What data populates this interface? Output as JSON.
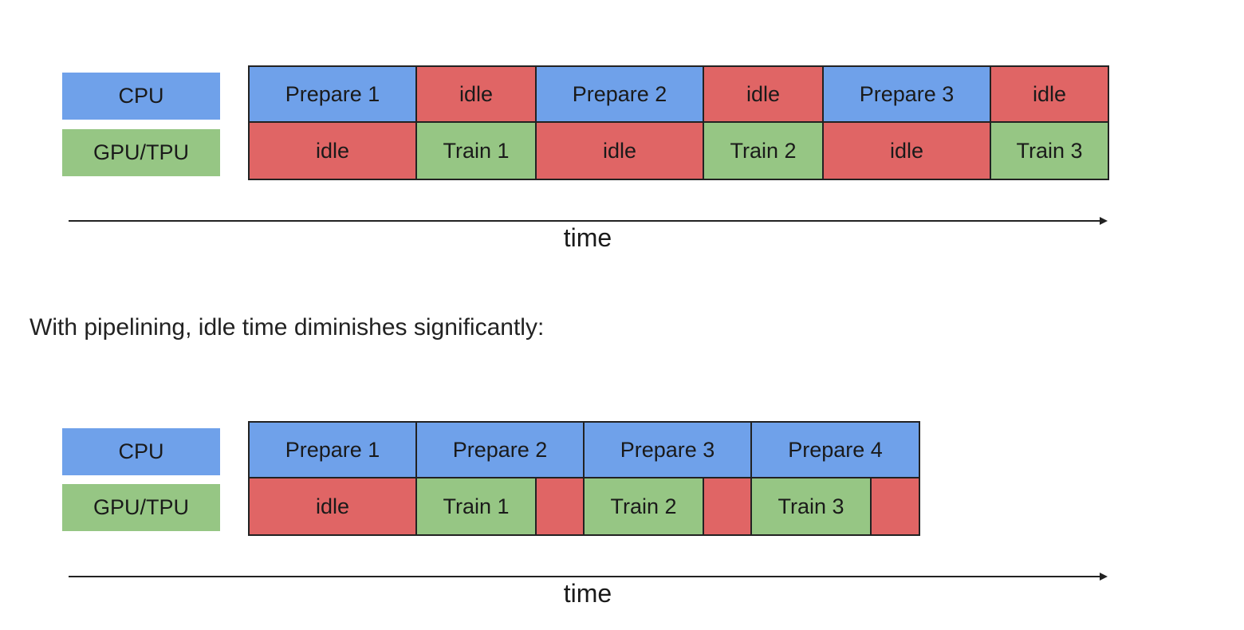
{
  "colors": {
    "cpu_busy": "#6fa1ea",
    "gpu_busy": "#96c684",
    "idle": "#e06565",
    "border": "#222222"
  },
  "caption": "With pipelining, idle time diminishes significantly:",
  "diagrams": [
    {
      "legend": {
        "cpu": "CPU",
        "gpu": "GPU/TPU"
      },
      "axis_label": "time",
      "cpu_lane": [
        {
          "label": "Prepare 1",
          "state": "busy",
          "duration": 2.1
        },
        {
          "label": "idle",
          "state": "idle",
          "duration": 1.5
        },
        {
          "label": "Prepare 2",
          "state": "busy",
          "duration": 2.1
        },
        {
          "label": "idle",
          "state": "idle",
          "duration": 1.5
        },
        {
          "label": "Prepare 3",
          "state": "busy",
          "duration": 2.1
        },
        {
          "label": "idle",
          "state": "idle",
          "duration": 1.5
        }
      ],
      "gpu_lane": [
        {
          "label": "idle",
          "state": "idle",
          "duration": 2.1
        },
        {
          "label": "Train 1",
          "state": "busy",
          "duration": 1.5
        },
        {
          "label": "idle",
          "state": "idle",
          "duration": 2.1
        },
        {
          "label": "Train 2",
          "state": "busy",
          "duration": 1.5
        },
        {
          "label": "idle",
          "state": "idle",
          "duration": 2.1
        },
        {
          "label": "Train 3",
          "state": "busy",
          "duration": 1.5
        }
      ]
    },
    {
      "legend": {
        "cpu": "CPU",
        "gpu": "GPU/TPU"
      },
      "axis_label": "time",
      "cpu_lane": [
        {
          "label": "Prepare 1",
          "state": "busy",
          "duration": 2.1
        },
        {
          "label": "Prepare 2",
          "state": "busy",
          "duration": 2.1
        },
        {
          "label": "Prepare 3",
          "state": "busy",
          "duration": 2.1
        },
        {
          "label": "Prepare 4",
          "state": "busy",
          "duration": 2.1
        }
      ],
      "gpu_lane": [
        {
          "label": "idle",
          "state": "idle",
          "duration": 2.1
        },
        {
          "label": "Train 1",
          "state": "busy",
          "duration": 1.5
        },
        {
          "label": "",
          "state": "idle",
          "duration": 0.6
        },
        {
          "label": "Train 2",
          "state": "busy",
          "duration": 1.5
        },
        {
          "label": "",
          "state": "idle",
          "duration": 0.6
        },
        {
          "label": "Train 3",
          "state": "busy",
          "duration": 1.5
        },
        {
          "label": "",
          "state": "idle",
          "duration": 0.6
        }
      ]
    }
  ]
}
